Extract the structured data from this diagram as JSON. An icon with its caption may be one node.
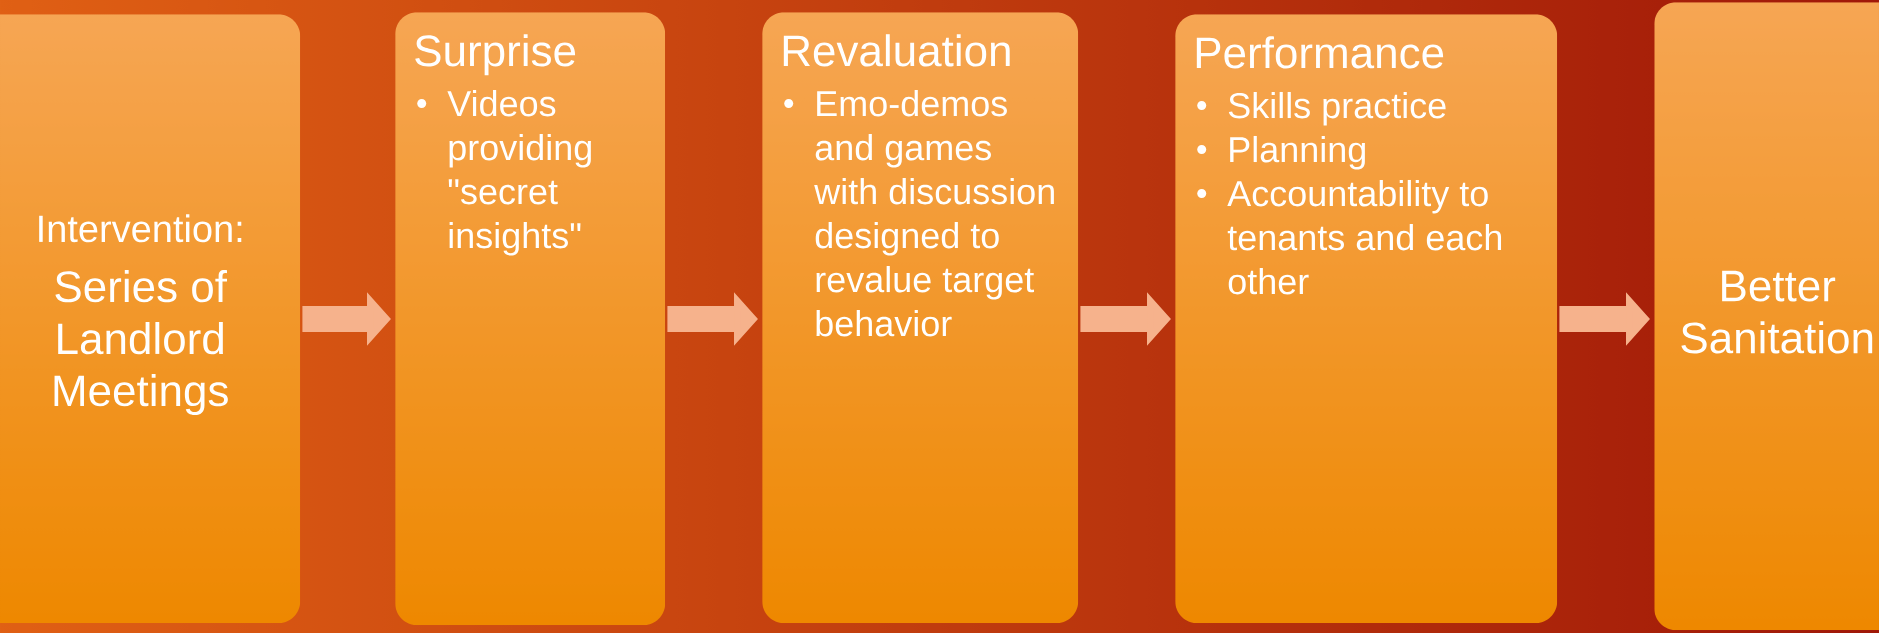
{
  "diagram": {
    "nodes": [
      {
        "text": [
          "Intervention:",
          "Series of Landlord Meetings"
        ]
      },
      {
        "text": [
          "Surprise",
          "Videos providing \"secret insights\""
        ]
      },
      {
        "text": [
          "Revaluation",
          "Emo-demos and games with discussion designed to revalue target behavior"
        ]
      },
      {
        "text": [
          "Performance",
          "Skills practice",
          "Planning",
          "Accountability to tenants and each other"
        ]
      },
      {
        "text": [
          "Better Sanitation"
        ]
      }
    ],
    "edges": [
      {
        "from": 0,
        "to": 1,
        "arrow": "to"
      },
      {
        "from": 1,
        "to": 2,
        "arrow": "to"
      },
      {
        "from": 2,
        "to": 3,
        "arrow": "to"
      },
      {
        "from": 3,
        "to": 4,
        "arrow": "to"
      }
    ]
  }
}
